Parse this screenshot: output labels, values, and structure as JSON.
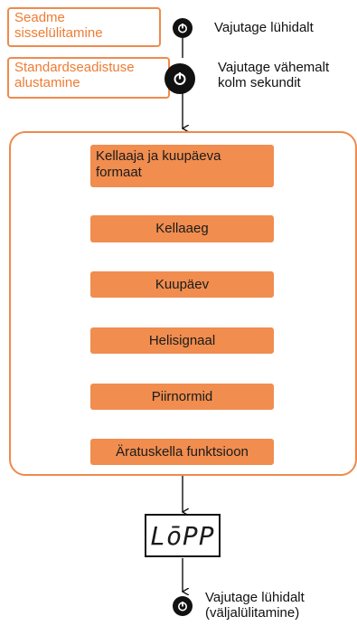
{
  "top_steps": [
    {
      "label": "Seadme sisselülitamine",
      "hint": "Vajutage lühidalt"
    },
    {
      "label": "Standardseadistuse alustamine",
      "hint": "Vajutage vähemalt kolm sekundit"
    }
  ],
  "steps": [
    "Kellaaja ja kuupäeva formaat",
    "Kellaaeg",
    "Kuupäev",
    "Helisignaal",
    "Piirnormid",
    "Äratuskella funktsioon"
  ],
  "display_text": "LōPP",
  "bottom_hint": "Vajutage lühidalt (väljalülitamine)",
  "icons": [
    "power-button-icon"
  ],
  "colors": {
    "accent": "#f08d4f",
    "accent_text": "#ef7b33",
    "dark": "#111111"
  }
}
